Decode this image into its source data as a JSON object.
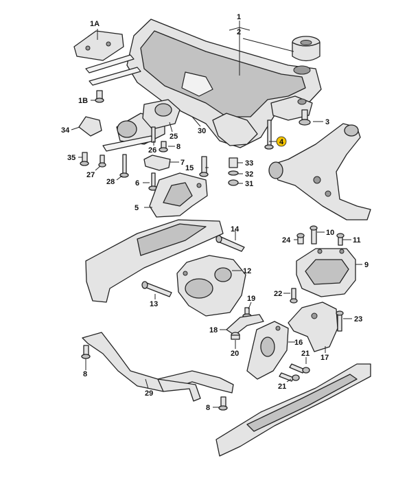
{
  "callouts": [
    {
      "key": "c1",
      "text": "1"
    },
    {
      "key": "c2",
      "text": "2"
    },
    {
      "key": "c1A",
      "text": "1A"
    },
    {
      "key": "c1B",
      "text": "1B"
    },
    {
      "key": "c3",
      "text": "3"
    },
    {
      "key": "c4",
      "text": "4"
    },
    {
      "key": "c5",
      "text": "5"
    },
    {
      "key": "c6",
      "text": "6"
    },
    {
      "key": "c7",
      "text": "7"
    },
    {
      "key": "c8a",
      "text": "8"
    },
    {
      "key": "c8b",
      "text": "8"
    },
    {
      "key": "c8c",
      "text": "8"
    },
    {
      "key": "c9",
      "text": "9"
    },
    {
      "key": "c10",
      "text": "10"
    },
    {
      "key": "c11",
      "text": "11"
    },
    {
      "key": "c12",
      "text": "12"
    },
    {
      "key": "c13",
      "text": "13"
    },
    {
      "key": "c14",
      "text": "14"
    },
    {
      "key": "c15",
      "text": "15"
    },
    {
      "key": "c16",
      "text": "16"
    },
    {
      "key": "c17",
      "text": "17"
    },
    {
      "key": "c18",
      "text": "18"
    },
    {
      "key": "c19",
      "text": "19"
    },
    {
      "key": "c20",
      "text": "20"
    },
    {
      "key": "c21a",
      "text": "21"
    },
    {
      "key": "c21b",
      "text": "21"
    },
    {
      "key": "c22",
      "text": "22"
    },
    {
      "key": "c23",
      "text": "23"
    },
    {
      "key": "c24",
      "text": "24"
    },
    {
      "key": "c25",
      "text": "25"
    },
    {
      "key": "c26",
      "text": "26"
    },
    {
      "key": "c27",
      "text": "27"
    },
    {
      "key": "c28",
      "text": "28"
    },
    {
      "key": "c29",
      "text": "29"
    },
    {
      "key": "c30",
      "text": "30"
    },
    {
      "key": "c31",
      "text": "31"
    },
    {
      "key": "c32",
      "text": "32"
    },
    {
      "key": "c33",
      "text": "33"
    },
    {
      "key": "c34",
      "text": "34"
    },
    {
      "key": "c35",
      "text": "35"
    }
  ],
  "colors": {
    "marker": "#f5c400",
    "line": "#222222",
    "part_fill": "#e4e4e4",
    "part_shade": "#c2c2c2"
  }
}
